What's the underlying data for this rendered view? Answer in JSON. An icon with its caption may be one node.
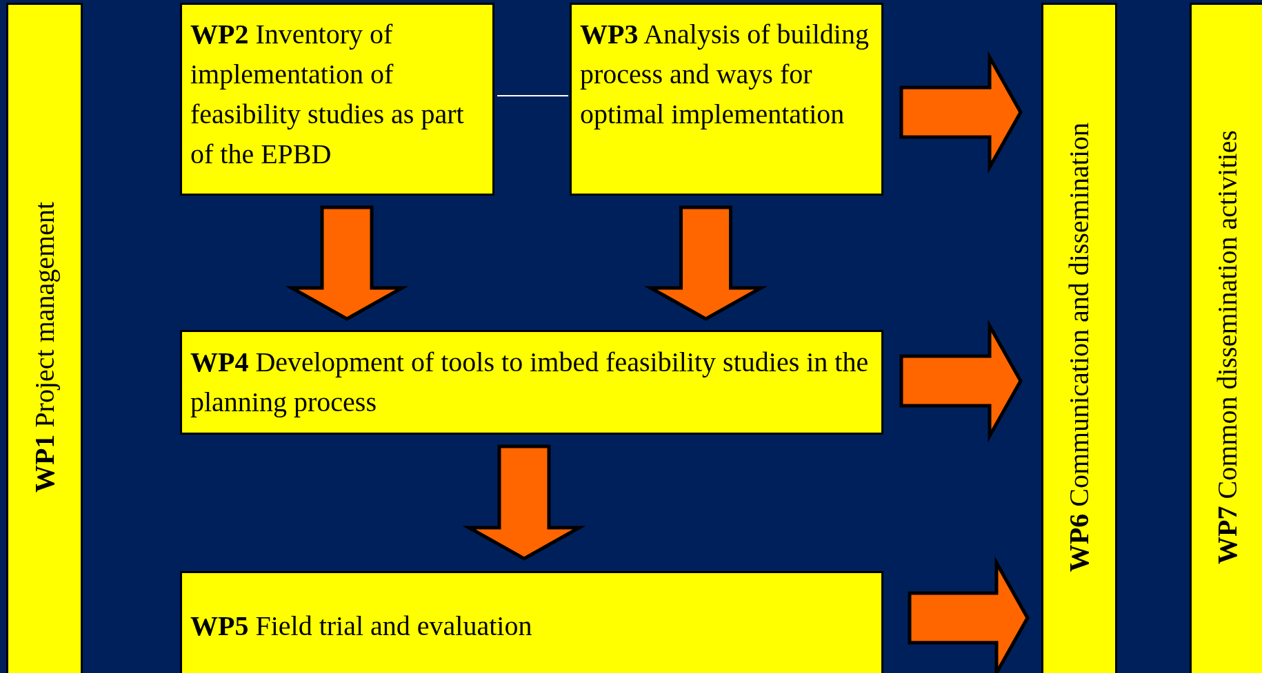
{
  "diagram": {
    "nodes": [
      {
        "text": [
          "**WP1** Project management"
        ]
      },
      {
        "text": [
          "**WP2** Inventory of implementation of feasibility studies as part of the EPBD"
        ]
      },
      {
        "text": [
          "**WP3** Analysis of building process and ways for optimal implementation"
        ]
      },
      {
        "text": [
          "**WP4** Development of tools to imbed feasibility studies in the planning process"
        ]
      },
      {
        "text": [
          "**WP5** Field trial and evaluation"
        ]
      },
      {
        "text": [
          "**WP6** Communication and dissemination"
        ]
      },
      {
        "text": [
          "**WP7** Common dissemination activities"
        ]
      }
    ],
    "edges": [
      {
        "from": 1,
        "to": 2,
        "arrow": "none",
        "color": "#ffffff"
      },
      {
        "from": 1,
        "to": 3,
        "arrow": "to"
      },
      {
        "from": 2,
        "to": 3,
        "arrow": "to"
      },
      {
        "from": 3,
        "to": 4,
        "arrow": "to"
      },
      {
        "from": 2,
        "to": 5,
        "arrow": "to"
      },
      {
        "from": 3,
        "to": 5,
        "arrow": "to"
      },
      {
        "from": 4,
        "to": 5,
        "arrow": "to"
      }
    ]
  }
}
